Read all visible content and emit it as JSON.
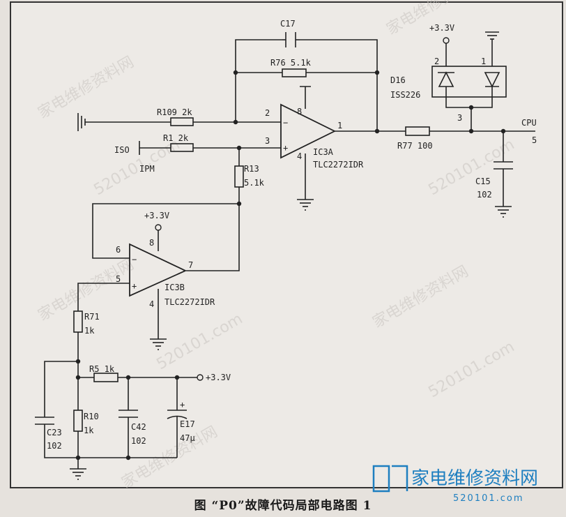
{
  "components": {
    "c17": "C17",
    "r76": "R76 5.1k",
    "r109": "R109 2k",
    "r1": "R1 2k",
    "r13_name": "R13",
    "r13_val": "5.1k",
    "r77": "R77 100",
    "c15_name": "C15",
    "c15_val": "102",
    "d16_name": "D16",
    "d16_part": "ISS226",
    "ic3a_name": "IC3A",
    "ic3a_part": "TLC2272IDR",
    "ic3b_name": "IC3B",
    "ic3b_part": "TLC2272IDR",
    "r71_name": "R71",
    "r71_val": "1k",
    "r5": "R5 1k",
    "r10_name": "R10",
    "r10_val": "1k",
    "c23_name": "C23",
    "c23_val": "102",
    "c42_name": "C42",
    "c42_val": "102",
    "e17_name": "E17",
    "e17_val": "47μ"
  },
  "pins": {
    "a_minus": "2",
    "a_plus": "3",
    "a_vcc": "8",
    "a_gnd": "4",
    "a_out": "1",
    "b_minus": "6",
    "b_plus": "5",
    "b_vcc": "8",
    "b_gnd": "4",
    "b_out": "7",
    "d_left": "2",
    "d_right": "1",
    "d_common": "3",
    "cpu_pin": "5"
  },
  "nets": {
    "vcc_d16": "+3.3V",
    "vcc_ic3b": "+3.3V",
    "vcc_r5": "+3.3V",
    "iso": "ISO",
    "ipm": "IPM",
    "cpu": "CPU"
  },
  "signs": {
    "minus": "−",
    "plus": "+"
  },
  "caption": "图 “P0”故障代码局部电路图 1",
  "watermarks": {
    "main": "家电维修资料网",
    "url": "520101.com"
  },
  "logo": {
    "text": "家电维修资料网",
    "url": "520101.com"
  }
}
